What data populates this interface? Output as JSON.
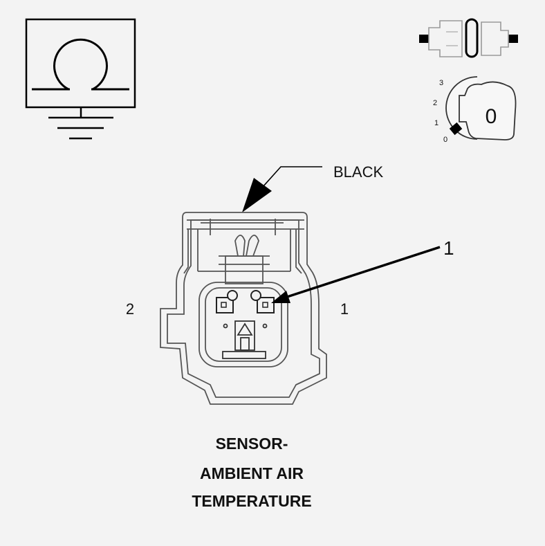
{
  "diagram": {
    "wire_color": "BLACK",
    "callout_number": "1",
    "pin_left": "2",
    "pin_right": "1",
    "key_position": "0",
    "key_scale": [
      "3",
      "2",
      "1",
      "0"
    ]
  },
  "caption": [
    "SENSOR-",
    "AMBIENT AIR",
    "TEMPERATURE"
  ],
  "colors": {
    "ink": "#000000",
    "background": "#f3f3f3",
    "outline": "#555555"
  }
}
